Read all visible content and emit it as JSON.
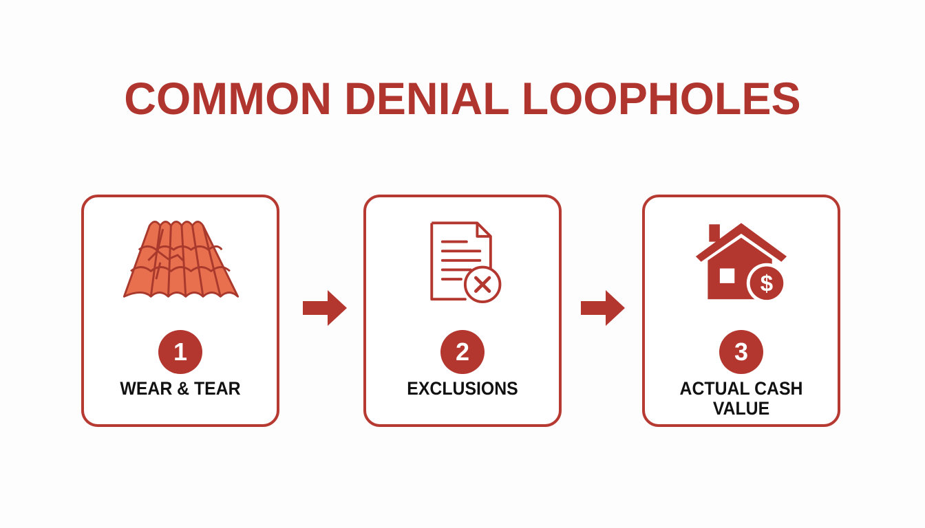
{
  "title": "COMMON DENIAL LOOPHOLES",
  "colors": {
    "accent": "#b0352e",
    "tile": "#e8704f",
    "text": "#111111",
    "background": "#fdfdfd"
  },
  "steps": [
    {
      "number": "1",
      "label": "WEAR & TEAR",
      "icon": "cracked-roof-tiles-icon"
    },
    {
      "number": "2",
      "label": "EXCLUSIONS",
      "icon": "document-x-icon"
    },
    {
      "number": "3",
      "label_line1": "ACTUAL CASH",
      "label_line2": "VALUE",
      "icon": "house-dollar-icon"
    }
  ],
  "connectors": [
    "arrow-right",
    "arrow-right"
  ]
}
